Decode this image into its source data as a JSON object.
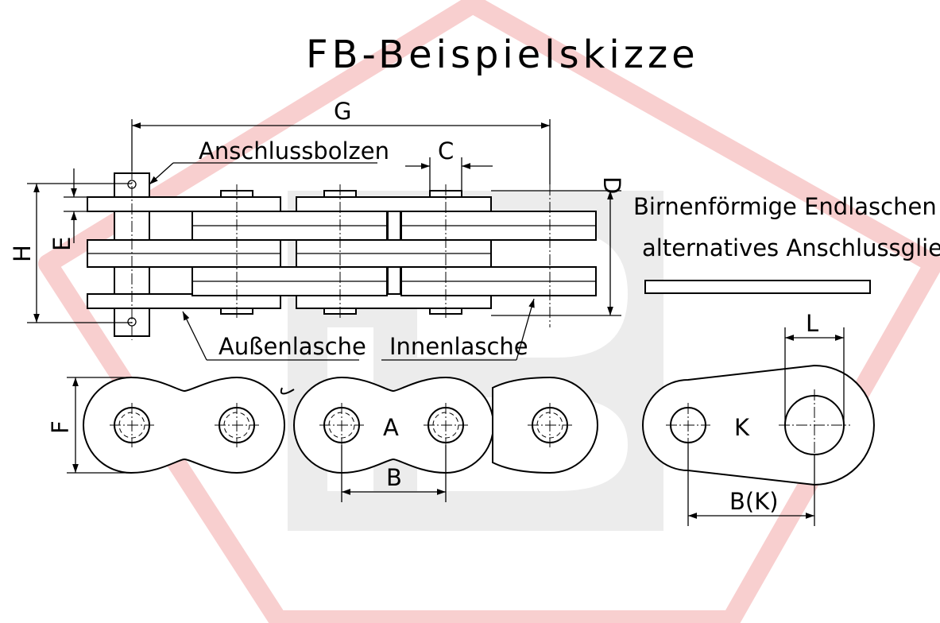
{
  "title": "FB-Beispielskizze",
  "labels": {
    "G": "G",
    "C": "C",
    "D": "D",
    "E": "E",
    "H": "H",
    "F": "F",
    "A": "A",
    "B": "B",
    "K": "K",
    "L": "L",
    "BK": "B(K)"
  },
  "callouts": {
    "anschlussbolzen": "Anschlussbolzen",
    "aussenlasche": "Außenlasche",
    "innenlasche": "Innenlasche"
  },
  "note": {
    "line1": "Birnenförmige Endlaschen als",
    "line2": "alternatives Anschlussglied"
  },
  "colors": {
    "watermark_outline": "#f7c6c6",
    "watermark_fill": "#ededed",
    "line": "#000000"
  }
}
